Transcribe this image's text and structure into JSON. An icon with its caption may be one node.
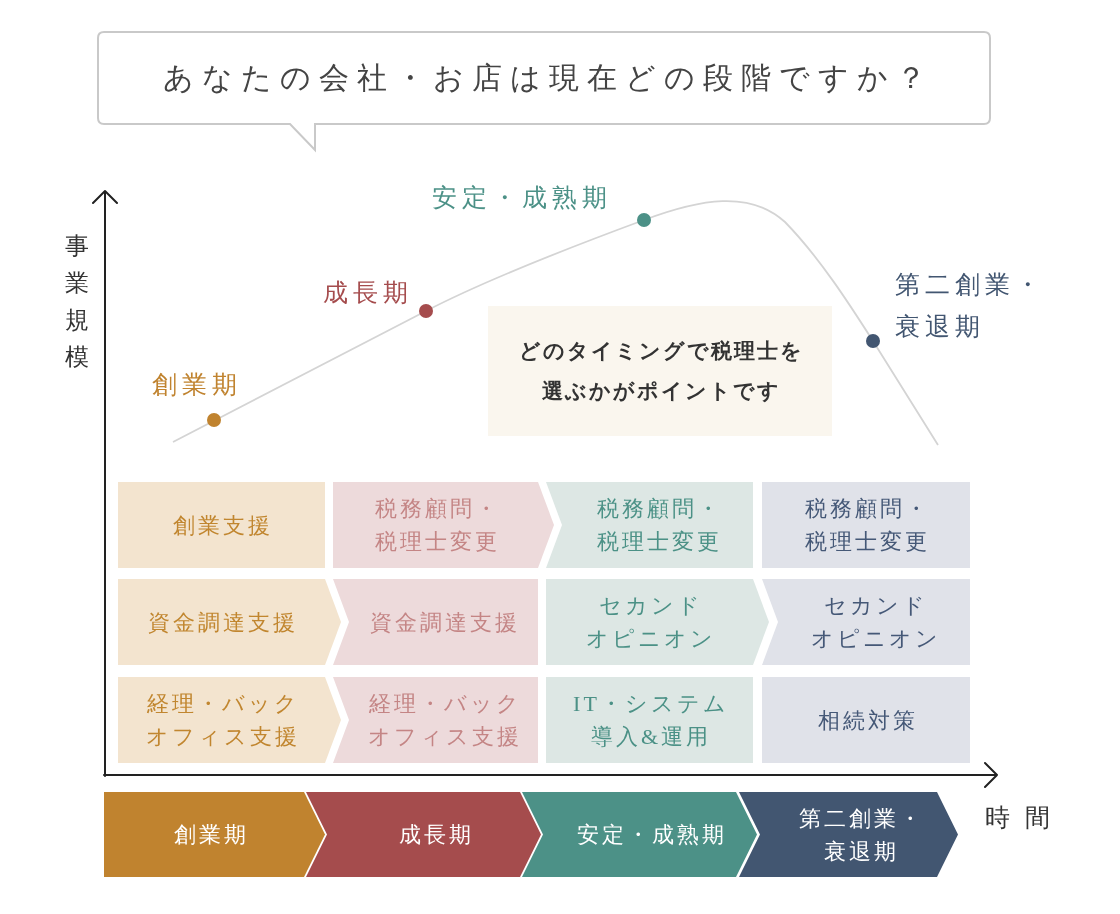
{
  "diagram": {
    "nodes": [
      {
        "text": [
          "あなたの会社・お店は現在どの段階ですか？"
        ]
      },
      {
        "text": [
          "どのタイミングで税理士を選ぶかがポイントです"
        ]
      },
      {
        "text": [
          "創業支援"
        ]
      },
      {
        "text": [
          "税務顧問・税理士変更"
        ]
      },
      {
        "text": [
          "税務顧問・税理士変更"
        ]
      },
      {
        "text": [
          "税務顧問・税理士変更"
        ]
      },
      {
        "text": [
          "資金調達支援"
        ]
      },
      {
        "text": [
          "資金調達支援"
        ]
      },
      {
        "text": [
          "セカンドオピニオン"
        ]
      },
      {
        "text": [
          "セカンドオピニオン"
        ]
      },
      {
        "text": [
          "経理・バックオフィス支援"
        ]
      },
      {
        "text": [
          "経理・バックオフィス支援"
        ]
      },
      {
        "text": [
          "IT・システム導入&運用"
        ]
      },
      {
        "text": [
          "相続対策"
        ]
      },
      {
        "text": [
          "創業期"
        ]
      },
      {
        "text": [
          "成長期"
        ]
      },
      {
        "text": [
          "安定・成熟期"
        ]
      },
      {
        "text": [
          "第二創業・衰退期"
        ]
      }
    ],
    "labels": [
      "安定・成熟期",
      "事業規模",
      "成長期",
      "第二創業・衰退期",
      "創業期",
      "時間"
    ]
  }
}
